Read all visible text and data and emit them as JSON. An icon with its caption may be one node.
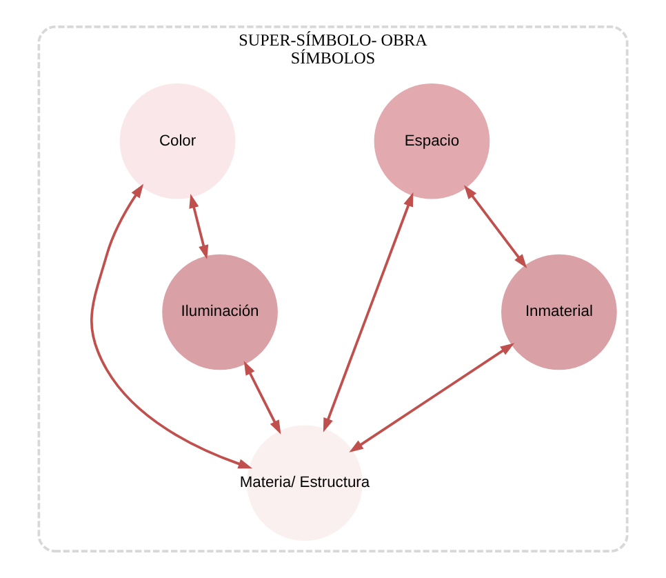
{
  "diagram": {
    "nodes": [
      {
        "text": [
          "SUPER-SÍMBOLO- OBRA",
          "SÍMBOLOS"
        ]
      },
      {
        "text": [
          "Espacio"
        ],
        "in": 0
      },
      {
        "text": [
          "Color"
        ],
        "in": 0
      },
      {
        "text": [
          "Materia/ Estructura"
        ],
        "in": 0
      },
      {
        "text": [
          "Inmaterial"
        ],
        "in": 0
      },
      {
        "text": [
          "Iluminación"
        ],
        "in": 0
      }
    ],
    "edges": [
      {
        "from": 1,
        "to": 3,
        "arrow": "both"
      },
      {
        "from": 2,
        "to": 3,
        "arrow": "both"
      },
      {
        "from": 1,
        "to": 4,
        "arrow": "both"
      },
      {
        "from": 2,
        "to": 5,
        "arrow": "both"
      },
      {
        "from": 4,
        "to": 3,
        "arrow": "both"
      },
      {
        "from": 5,
        "to": 3,
        "arrow": "both"
      }
    ]
  }
}
